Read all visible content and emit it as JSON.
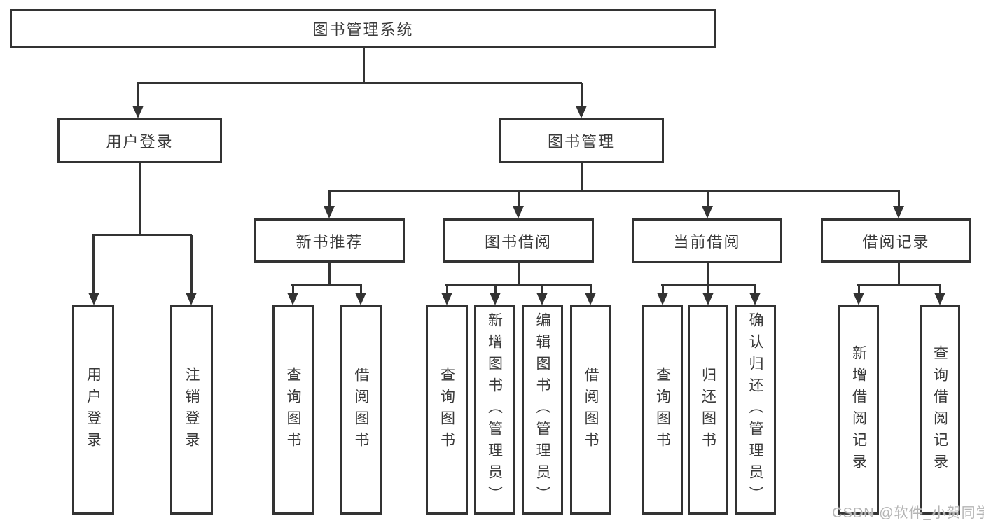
{
  "colors": {
    "line": "#333333",
    "text": "#3a3a3a",
    "background": "#ffffff",
    "watermark": "#b5b5b5"
  },
  "watermark": "CSDN @软件_小贺同学",
  "tree": {
    "label": "图书管理系统",
    "children": [
      {
        "label": "用户登录",
        "children": [
          {
            "label": "用户登录"
          },
          {
            "label": "注销登录"
          }
        ]
      },
      {
        "label": "图书管理",
        "children": [
          {
            "label": "新书推荐",
            "children": [
              {
                "label": "查询图书"
              },
              {
                "label": "借阅图书"
              }
            ]
          },
          {
            "label": "图书借阅",
            "children": [
              {
                "label": "查询图书"
              },
              {
                "label": "新增图书（管理员）"
              },
              {
                "label": "编辑图书（管理员）"
              },
              {
                "label": "借阅图书"
              }
            ]
          },
          {
            "label": "当前借阅",
            "children": [
              {
                "label": "查询图书"
              },
              {
                "label": "归还图书"
              },
              {
                "label": "确认归还（管理员）"
              }
            ]
          },
          {
            "label": "借阅记录",
            "children": [
              {
                "label": "新增借阅记录"
              },
              {
                "label": "查询借阅记录"
              }
            ]
          }
        ]
      }
    ]
  }
}
